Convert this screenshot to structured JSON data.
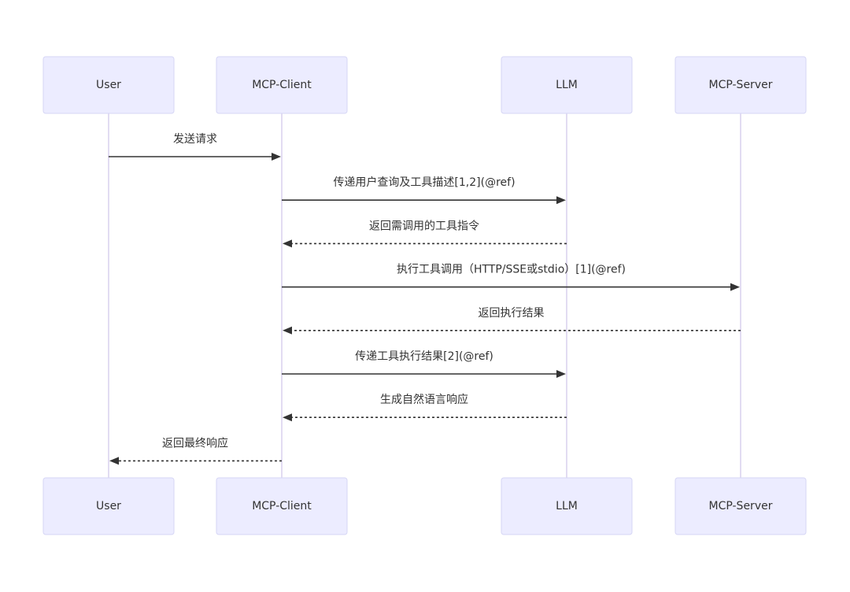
{
  "participants": [
    {
      "id": "user",
      "label": "User"
    },
    {
      "id": "client",
      "label": "MCP-Client"
    },
    {
      "id": "llm",
      "label": "LLM"
    },
    {
      "id": "server",
      "label": "MCP-Server"
    }
  ],
  "messages": [
    {
      "from": "user",
      "to": "client",
      "style": "solid",
      "label": "发送请求"
    },
    {
      "from": "client",
      "to": "llm",
      "style": "solid",
      "label": "传递用户查询及工具描述[1,2](@ref)"
    },
    {
      "from": "llm",
      "to": "client",
      "style": "dashed",
      "label": "返回需调用的工具指令"
    },
    {
      "from": "client",
      "to": "server",
      "style": "solid",
      "label": "执行工具调用（HTTP/SSE或stdio）[1](@ref)"
    },
    {
      "from": "server",
      "to": "client",
      "style": "dashed",
      "label": "返回执行结果"
    },
    {
      "from": "client",
      "to": "llm",
      "style": "solid",
      "label": "传递工具执行结果[2](@ref)"
    },
    {
      "from": "llm",
      "to": "client",
      "style": "dashed",
      "label": "生成自然语言响应"
    },
    {
      "from": "client",
      "to": "user",
      "style": "dashed",
      "label": "返回最终响应"
    }
  ],
  "colors": {
    "actor_fill": "#ECECFF",
    "actor_border": "#D6D6F5",
    "lifeline": "#D9D0EE",
    "line": "#333333",
    "text": "#333333"
  }
}
